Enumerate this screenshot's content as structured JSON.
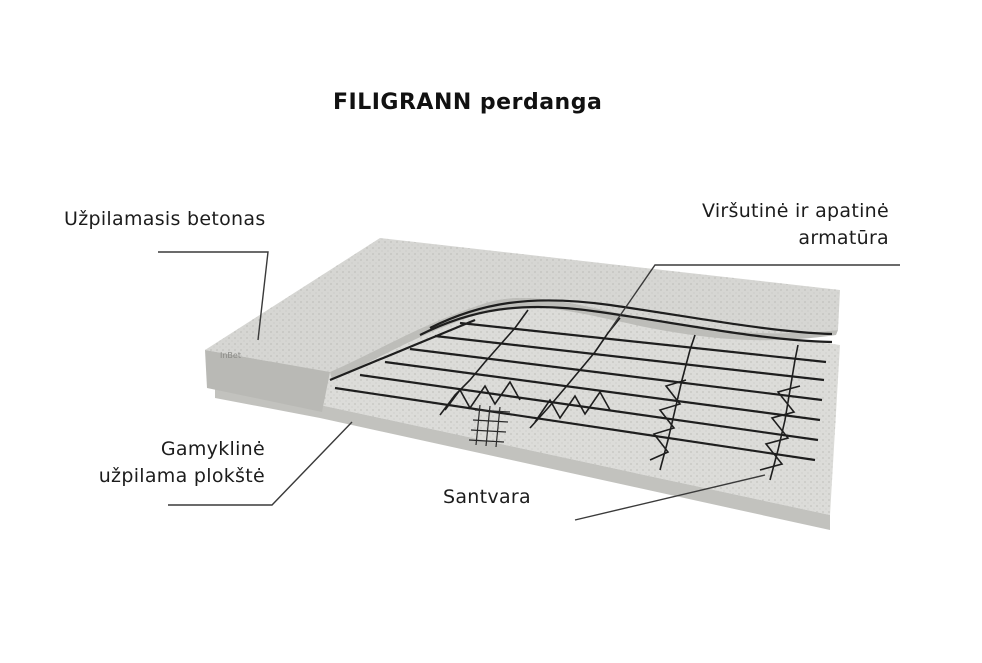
{
  "title": "FILIGRANN perdanga",
  "labels": {
    "topping_concrete": "Užpilamasis betonas",
    "reinforcement_line1": "Viršutinė ir apatinė",
    "reinforcement_line2": "armatūra",
    "precast_slab_line1": "Gamyklinė",
    "precast_slab_line2": "užpilama plokštė",
    "truss": "Santvara",
    "stamp": "InBet"
  },
  "colors": {
    "concrete_top": "#d6d6d3",
    "concrete_side": "#b9b9b5",
    "slab_top": "#dcdcd9",
    "slab_side": "#c2c2be",
    "rebar": "#1e1e1e",
    "leader_line": "#3a3a3a"
  }
}
